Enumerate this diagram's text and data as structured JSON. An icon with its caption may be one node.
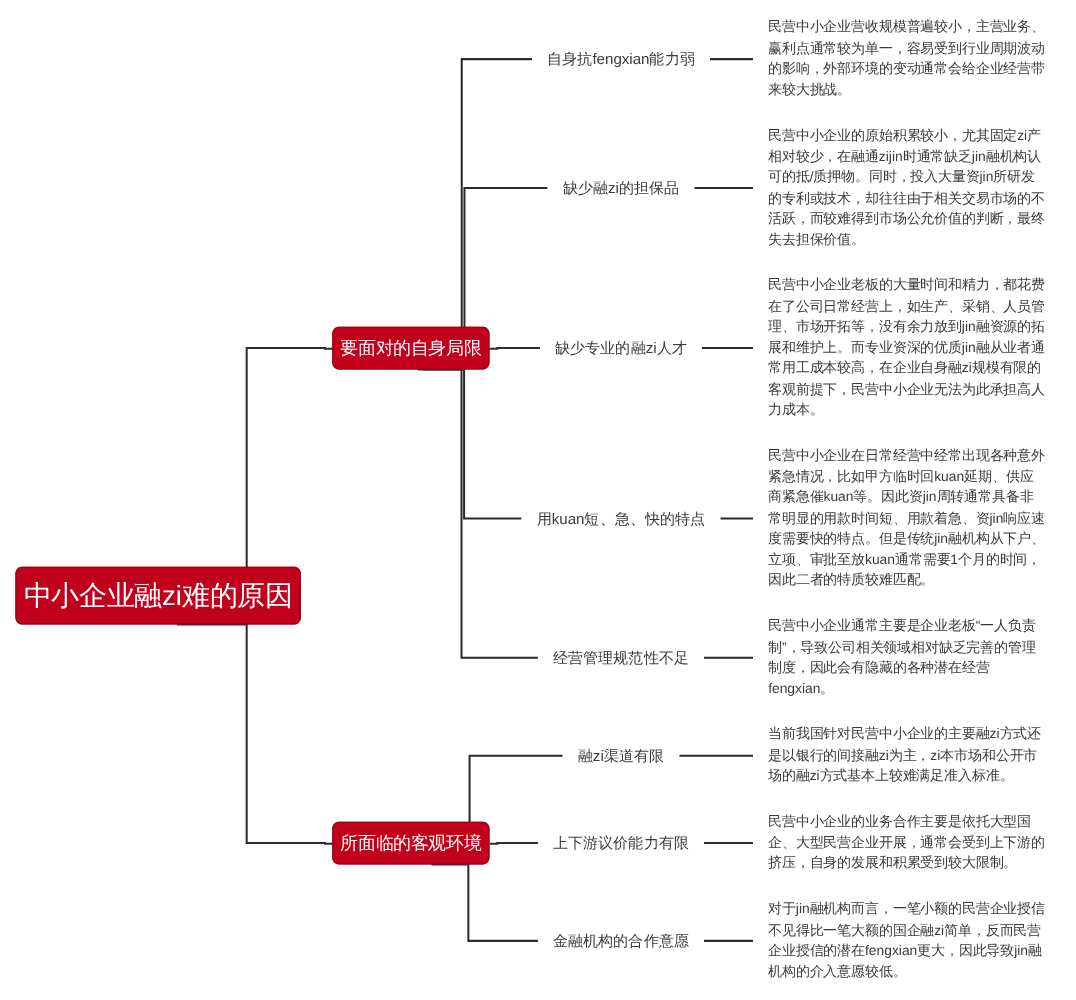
{
  "diagram": {
    "nodes": [
      {
        "text": [
          "中小企业融zi难的原因"
        ]
      },
      {
        "text": [
          "要面对的自身局限"
        ]
      },
      {
        "text": [
          "自身抗fengxian能力弱"
        ]
      },
      {
        "text": [
          "民营中小企业营收规模普遍较小，主营业务、赢利点通常较为单一，容易受到行业周期波动的影响，外部环境的变动通常会给企业经营带来较大挑战。"
        ]
      },
      {
        "text": [
          "缺少融zi的担保品"
        ]
      },
      {
        "text": [
          "民营中小企业的原始积累较小，尤其固定zi产相对较少，在融通zijin时通常缺乏jin融机构认可的抵/质押物。同时，投入大量资jin所研发的专利或技术，却往往由于相关交易市场的不活跃，而较难得到市场公允价值的判断，最终失去担保价值。"
        ]
      },
      {
        "text": [
          "缺少专业的融zi人才"
        ]
      },
      {
        "text": [
          "民营中小企业老板的大量时间和精力，都花费在了公司日常经营上，如生产、采销、人员管理、市场开拓等，没有余力放到jin融资源的拓展和维护上。而专业资深的优质jin融从业者通常用工成本较高，在企业自身融zi规模有限的客观前提下，民营中小企业无法为此承担高人力成本。"
        ]
      },
      {
        "text": [
          "用kuan短、急、快的特点"
        ]
      },
      {
        "text": [
          "民营中小企业在日常经营中经常出现各种意外紧急情况，比如甲方临时回kuan延期、供应商紧急催kuan等。因此资jin周转通常具备非常明显的用款时间短、用款着急、资jin响应速度需要快的特点。但是传统jin融机构从下户、立项、审批至放kuan通常需要1个月的时间，因此二者的特质较难匹配。"
        ]
      },
      {
        "text": [
          "经营管理规范性不足"
        ]
      },
      {
        "text": [
          "民营中小企业通常主要是企业老板“一人负责制”，导致公司相关领域相对缺乏完善的管理制度，因此会有隐藏的各种潜在经营fengxian。"
        ]
      },
      {
        "text": [
          "所面临的客观环境"
        ]
      },
      {
        "text": [
          "融zi渠道有限"
        ]
      },
      {
        "text": [
          "当前我国针对民营中小企业的主要融zi方式还是以银行的间接融zi为主，zi本市场和公开市场的融zi方式基本上较难满足准入标准。"
        ]
      },
      {
        "text": [
          "上下游议价能力有限"
        ]
      },
      {
        "text": [
          "民营中小企业的业务合作主要是依托大型国企、大型民营企业开展，通常会受到上下游的挤压，自身的发展和积累受到较大限制。"
        ]
      },
      {
        "text": [
          "金融机构的合作意愿"
        ]
      },
      {
        "text": [
          "对于jin融机构而言，一笔小额的民营企业授信不见得比一笔大额的国企融zi简单，反而民营企业授信的潜在fengxian更大，因此导致jin融机构的介入意愿较低。"
        ]
      }
    ],
    "edges": [
      {
        "from": 0,
        "to": 1,
        "arrow": "none"
      },
      {
        "from": 0,
        "to": 12,
        "arrow": "none"
      },
      {
        "from": 1,
        "to": 2,
        "arrow": "none"
      },
      {
        "from": 1,
        "to": 4,
        "arrow": "none"
      },
      {
        "from": 1,
        "to": 6,
        "arrow": "none"
      },
      {
        "from": 1,
        "to": 8,
        "arrow": "none"
      },
      {
        "from": 1,
        "to": 10,
        "arrow": "none"
      },
      {
        "from": 2,
        "to": 3,
        "arrow": "none"
      },
      {
        "from": 4,
        "to": 5,
        "arrow": "none"
      },
      {
        "from": 6,
        "to": 7,
        "arrow": "none"
      },
      {
        "from": 8,
        "to": 9,
        "arrow": "none"
      },
      {
        "from": 10,
        "to": 11,
        "arrow": "none"
      },
      {
        "from": 12,
        "to": 13,
        "arrow": "none"
      },
      {
        "from": 12,
        "to": 15,
        "arrow": "none"
      },
      {
        "from": 12,
        "to": 17,
        "arrow": "none"
      },
      {
        "from": 13,
        "to": 14,
        "arrow": "none"
      },
      {
        "from": 15,
        "to": 16,
        "arrow": "none"
      },
      {
        "from": 17,
        "to": 18,
        "arrow": "none"
      }
    ]
  }
}
